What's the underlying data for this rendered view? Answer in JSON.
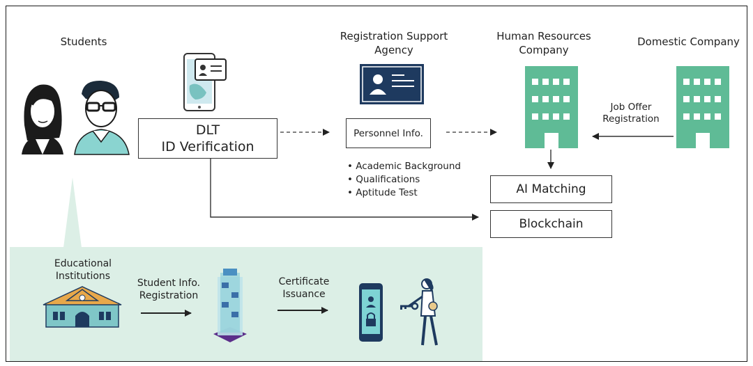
{
  "actors": {
    "students": "Students",
    "registration_agency": "Registration Support\nAgency",
    "hr_company": "Human Resources\nCompany",
    "domestic_company": "Domestic Company"
  },
  "boxes": {
    "dlt": "DLT\nID Verification",
    "personnel": "Personnel Info.",
    "ai_matching": "AI Matching",
    "blockchain": "Blockchain"
  },
  "personnel_items": [
    "Academic Background",
    "Qualifications",
    "Aptitude Test"
  ],
  "edge_labels": {
    "job_offer": "Job Offer\nRegistration",
    "student_info": "Student Info.\nRegistration",
    "certificate": "Certificate\nIssuance"
  },
  "education": {
    "institutions": "Educational\nInstitutions"
  },
  "colors": {
    "building_green": "#5fbb96",
    "panel_green": "#dcefe6",
    "teal": "#3fa9a0",
    "navy": "#1e3a5f"
  }
}
